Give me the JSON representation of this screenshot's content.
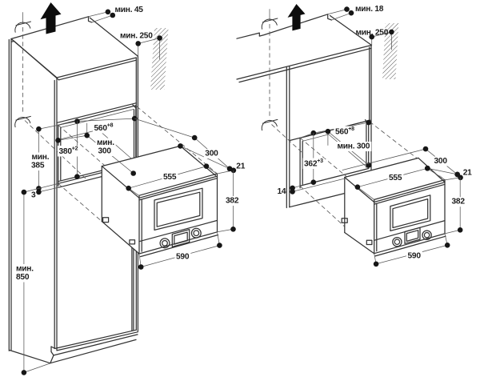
{
  "page": {
    "background": "#ffffff",
    "description": "built-in microwave oven installation diagram, two mounting situations"
  },
  "colors": {
    "line": "#3c3c3c",
    "dim_line": "#555555",
    "text": "#1c1c1c",
    "arrow": "#0d0d0d",
    "hatch": "#4a4a4a"
  },
  "left_diagram": {
    "name": "installation in tall cabinet",
    "labels": {
      "top_clearance": "мин. 45",
      "wall_clearance": "мин. 250",
      "niche_width": "560",
      "niche_width_tol": "+8",
      "niche_depth_line1": "мин.",
      "niche_depth_line2": "300",
      "niche_height": "380",
      "niche_height_tol": "+2",
      "niche_bottom_line1": "мин.",
      "niche_bottom_line2": "385",
      "floor_gap": "3",
      "base_height_line1": "мин.",
      "base_height_line2": "850",
      "oven_width": "555",
      "oven_depth": "300",
      "front_overhang": "21",
      "oven_height": "382",
      "front_width": "590"
    }
  },
  "right_diagram": {
    "name": "installation in wall cabinet",
    "labels": {
      "top_clearance": "мин. 18",
      "wall_clearance": "мин. 250",
      "niche_width": "560",
      "niche_width_tol": "+8",
      "niche_depth": "мин. 300",
      "niche_height": "362",
      "niche_height_tol": "+3",
      "bottom_overlap": "14",
      "oven_width": "555",
      "oven_depth": "300",
      "front_overhang": "21",
      "oven_height": "382",
      "front_width": "590"
    }
  }
}
